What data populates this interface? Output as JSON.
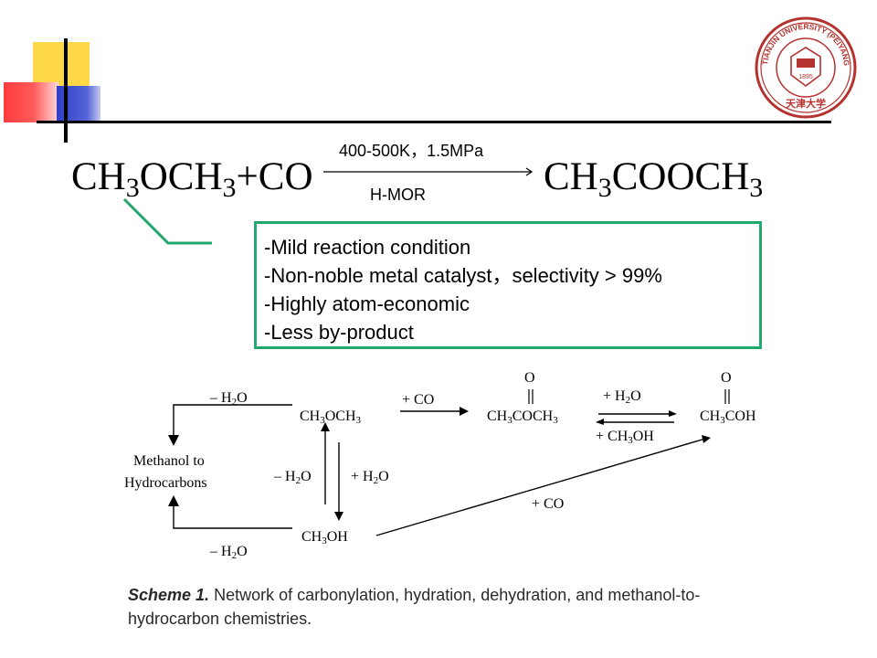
{
  "reaction": {
    "reactants": "CH3OCH3+CO",
    "products": "CH3COOCH3",
    "condition_top": "400-500K，1.5MPa",
    "condition_bottom": "H-MOR"
  },
  "notes": [
    "-Mild reaction condition",
    "-Non-noble metal catalyst，selectivity > 99%",
    "-Highly atom-economic",
    "-Less by-product"
  ],
  "logo": {
    "ring_text": "TIANJIN UNIVERSITY (PEIYANG UNIVERSITY)",
    "year": "1895",
    "chinese_name": "天津大学",
    "color": "#b5322e"
  },
  "scheme": {
    "label_meth_to_hc_1": "Methanol to",
    "label_meth_to_hc_2": "Hydrocarbons",
    "caption_label": "Scheme 1.",
    "caption_text": "Network of carbonylation, hydration, dehydration, and methanol-to-hydrocarbon chemistries."
  },
  "colors": {
    "callout_border": "#22a86a",
    "accent_yellow": "#ffd84a",
    "accent_red": "#ff3b3b",
    "accent_blue": "#2f3ec9"
  }
}
